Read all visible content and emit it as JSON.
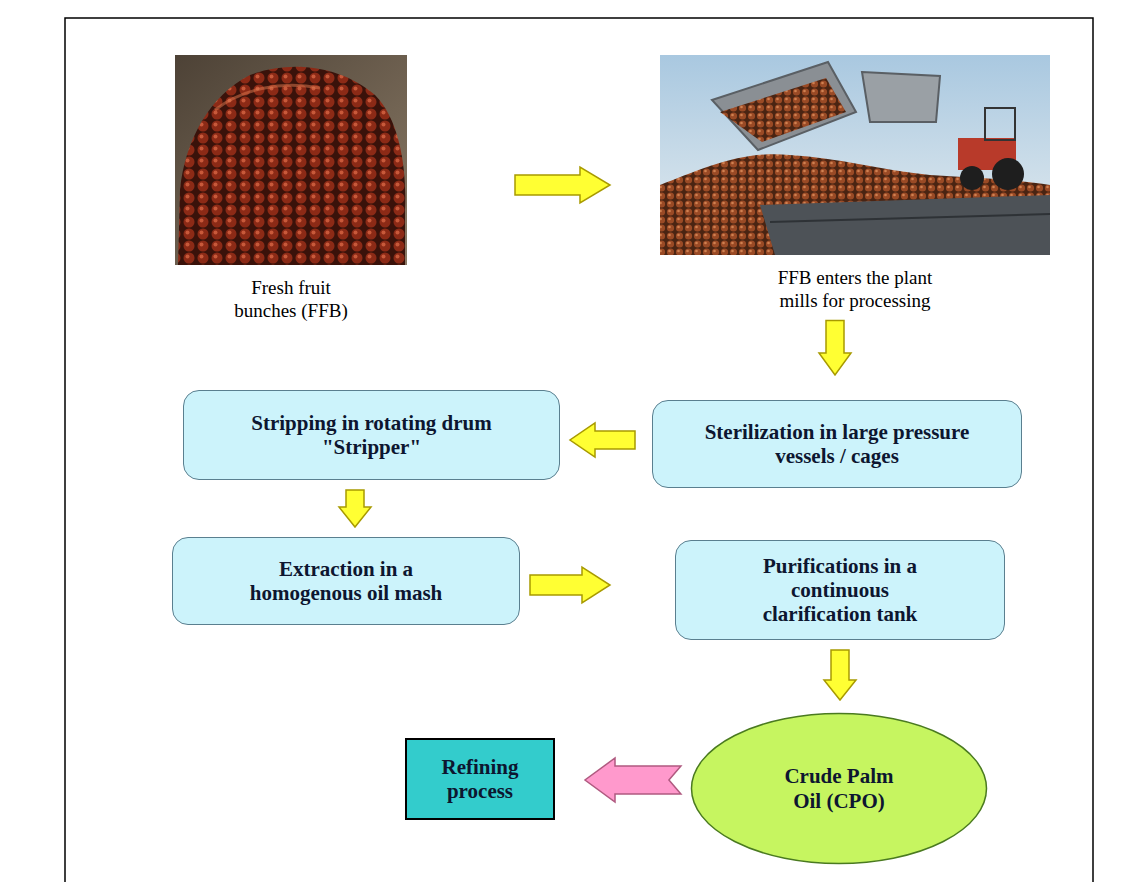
{
  "diagram": {
    "nodes": [
      {
        "text": [
          "Fresh fruit bunches (FFB)"
        ]
      },
      {
        "text": [
          "FFB enters the plant mills for processing"
        ]
      },
      {
        "text": [
          "Stripping in rotating drum \"Stripper\""
        ]
      },
      {
        "text": [
          "Sterilization in large pressure vessels / cages"
        ]
      },
      {
        "text": [
          "Extraction in a homogenous oil mash"
        ]
      },
      {
        "text": [
          "Purifications in a continuous clarification tank"
        ]
      },
      {
        "text": [
          "Refining process"
        ]
      },
      {
        "text": [
          "Crude Palm Oil (CPO)"
        ]
      }
    ],
    "edges": [
      {
        "from": 0,
        "to": 1,
        "arrow": "to"
      },
      {
        "from": 1,
        "to": 3,
        "arrow": "to"
      },
      {
        "from": 3,
        "to": 2,
        "arrow": "to"
      },
      {
        "from": 2,
        "to": 4,
        "arrow": "to"
      },
      {
        "from": 4,
        "to": 5,
        "arrow": "to"
      },
      {
        "from": 5,
        "to": 7,
        "arrow": "to"
      },
      {
        "from": 7,
        "to": 6,
        "arrow": "to"
      }
    ]
  }
}
